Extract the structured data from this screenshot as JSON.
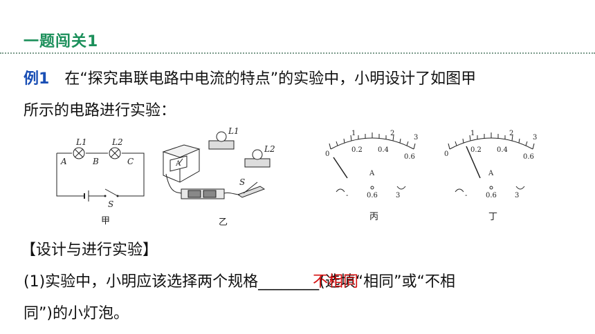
{
  "header": {
    "title": "一题闯关1"
  },
  "question": {
    "label": "例1",
    "line1": "在“探究串联电路中电流的特点”的实验中，小明设计了如图甲",
    "line2": "所示的电路进行实验："
  },
  "section_title": "【设计与进行实验】",
  "part1": {
    "prefix": "(1)实验中，小明应该选择两个规格",
    "blank": "________",
    "suffix": "(选填“相同”或“不相",
    "line2": "同”)的小灯泡。",
    "answer": "不相同"
  },
  "figures": {
    "jia": {
      "caption": "甲",
      "lamp1": "L1",
      "lamp2": "L2",
      "point_a": "A",
      "point_b": "B",
      "point_c": "C",
      "switch": "S"
    },
    "yi": {
      "caption": "乙",
      "lamp1": "L1",
      "lamp2": "L2",
      "switch": "S"
    },
    "bing": {
      "caption": "丙",
      "unit": "A",
      "ticks": [
        "0",
        "0.2",
        "0.4",
        "0.6",
        "1",
        "2",
        "3"
      ],
      "terminals": [
        "-",
        "0.6",
        "3"
      ],
      "needle_value": "below 0"
    },
    "ding": {
      "caption": "丁",
      "unit": "A",
      "ticks": [
        "0",
        "0.2",
        "0.4",
        "0.6",
        "1",
        "2",
        "3"
      ],
      "terminals": [
        "-",
        "0.6",
        "3"
      ]
    }
  }
}
